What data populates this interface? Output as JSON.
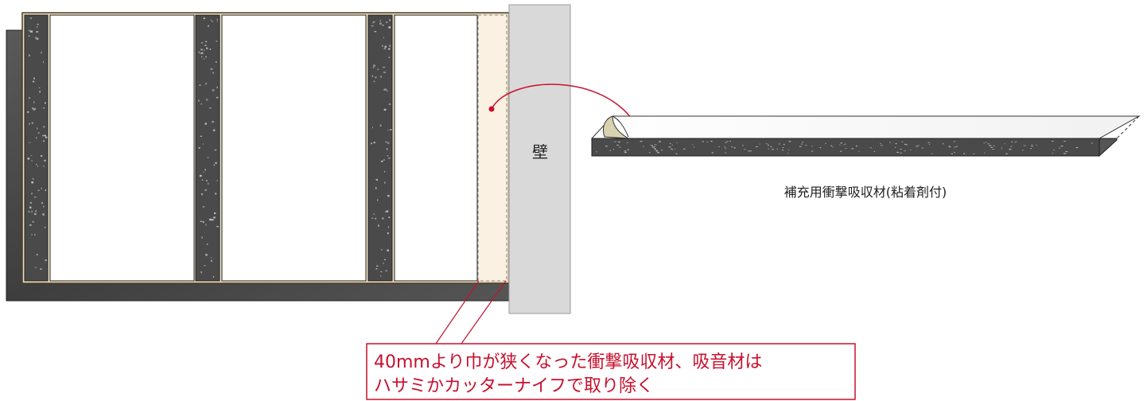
{
  "labels": {
    "wall": "壁",
    "material": "補充用衝撃吸収材(粘着剤付)",
    "note_line1": "40mmより巾が狭くなった衝撃吸収材、吸音材は",
    "note_line2": "ハサミかカッターナイフで取り除く"
  },
  "colors": {
    "note_red": "#c8102e",
    "wall_gray": "#d9d9d9",
    "absorber_dark": "#4a4a4a",
    "frame_tan": "#e9dcc0",
    "cutoff_fill": "#fbf1e3"
  }
}
